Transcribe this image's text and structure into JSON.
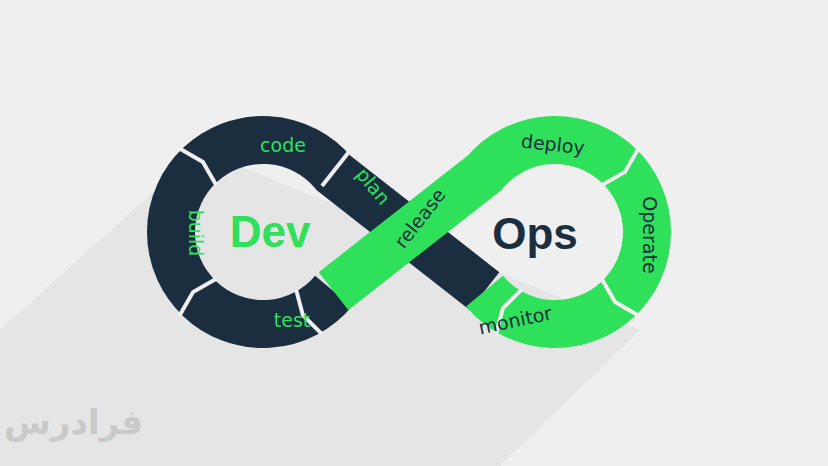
{
  "diagram": {
    "nodes": [
      {
        "text": [
          "code"
        ]
      },
      {
        "text": [
          "plan"
        ]
      },
      {
        "text": [
          "release"
        ]
      },
      {
        "text": [
          "deploy"
        ]
      },
      {
        "text": [
          "Operate"
        ]
      },
      {
        "text": [
          "monitor"
        ]
      },
      {
        "text": [
          "test"
        ]
      },
      {
        "text": [
          "build"
        ]
      }
    ],
    "labels": [
      "Dev",
      "Ops",
      "فرادرس"
    ]
  }
}
